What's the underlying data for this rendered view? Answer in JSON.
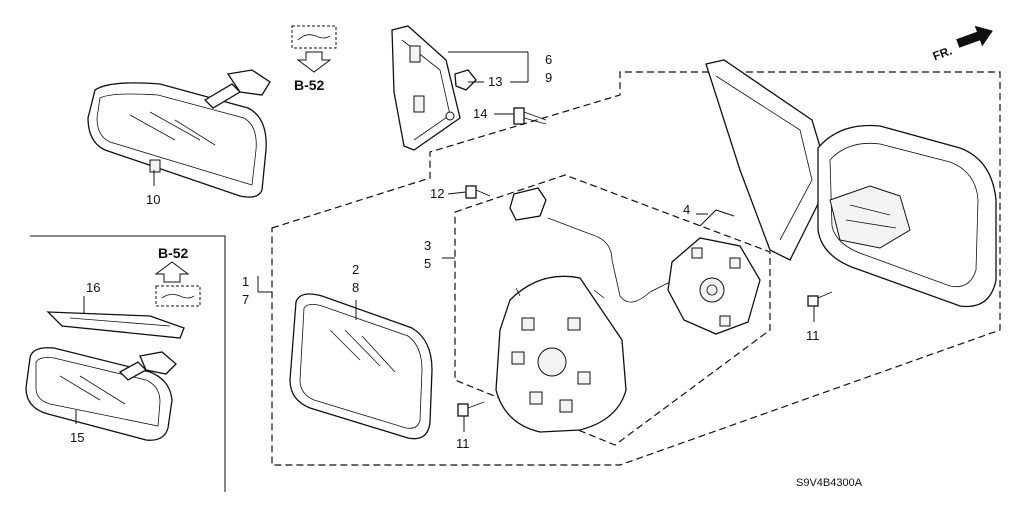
{
  "callouts": {
    "c1": "1",
    "c7": "7",
    "c2": "2",
    "c8": "8",
    "c3": "3",
    "c5": "5",
    "c4": "4",
    "c6": "6",
    "c9": "9",
    "c10": "10",
    "c11a": "11",
    "c11b": "11",
    "c12": "12",
    "c13": "13",
    "c14": "14",
    "c15": "15",
    "c16": "16"
  },
  "references": {
    "top": "B-52",
    "inset": "B-52"
  },
  "orientation": {
    "label": "FR."
  },
  "diagram_code": "S9V4B4300A"
}
